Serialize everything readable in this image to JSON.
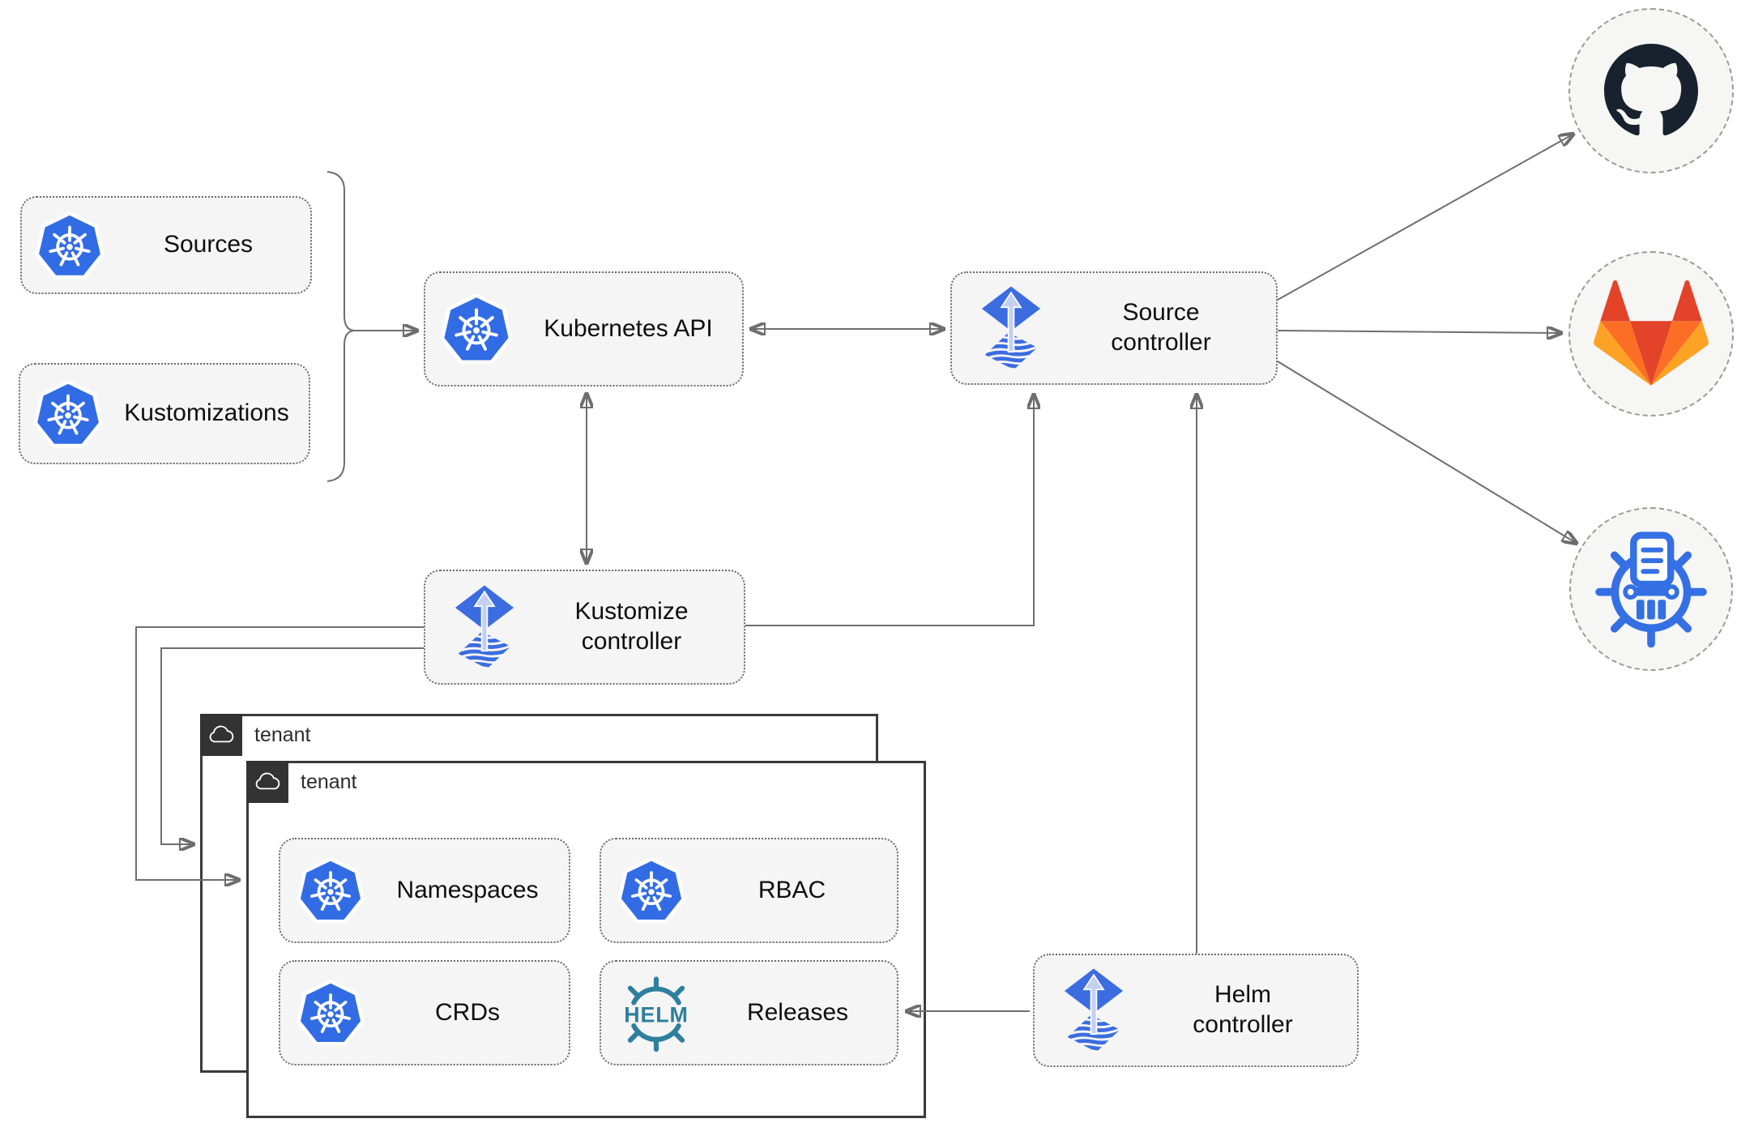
{
  "nodes": {
    "sources": {
      "label": "Sources"
    },
    "kustomizations": {
      "label": "Kustomizations"
    },
    "kubernetes_api": {
      "label": "Kubernetes API"
    },
    "source_controller": {
      "label": "Source controller"
    },
    "kustomize_controller": {
      "label": "Kustomize controller"
    },
    "helm_controller": {
      "label": "Helm controller"
    },
    "tenant_back": {
      "label": "tenant"
    },
    "tenant_front": {
      "label": "tenant"
    },
    "namespaces": {
      "label": "Namespaces"
    },
    "rbac": {
      "label": "RBAC"
    },
    "crds": {
      "label": "CRDs"
    },
    "releases": {
      "label": "Releases"
    }
  },
  "icons": {
    "helm_text": "HELM",
    "kubernetes": "kubernetes-wheel-icon",
    "flux": "flux-diamond-arrow-icon",
    "helm": "helm-ship-wheel-icon",
    "github": "github-octocat-icon",
    "gitlab": "gitlab-tanuki-icon",
    "chartmuseum": "chartmuseum-wheel-icon",
    "cloud": "cloud-icon"
  },
  "edges": [
    {
      "from": "sources+kustomizations",
      "to": "kubernetes_api",
      "style": "arrow"
    },
    {
      "from": "kubernetes_api",
      "to": "source_controller",
      "style": "double-arrow"
    },
    {
      "from": "kubernetes_api",
      "to": "kustomize_controller",
      "style": "double-arrow"
    },
    {
      "from": "kustomize_controller",
      "to": "source_controller",
      "style": "arrow"
    },
    {
      "from": "helm_controller",
      "to": "source_controller",
      "style": "arrow"
    },
    {
      "from": "helm_controller",
      "to": "releases",
      "style": "arrow"
    },
    {
      "from": "kustomize_controller",
      "to": "tenant_front",
      "style": "arrow"
    },
    {
      "from": "kustomize_controller",
      "to": "tenant_back",
      "style": "arrow"
    },
    {
      "from": "source_controller",
      "to": "github",
      "style": "arrow"
    },
    {
      "from": "source_controller",
      "to": "gitlab",
      "style": "arrow"
    },
    {
      "from": "source_controller",
      "to": "chartmuseum",
      "style": "arrow"
    }
  ],
  "colors": {
    "k8s-blue": "#326ce5",
    "flux-blue": "#3b6ce0",
    "flux-light": "#c3d0f2",
    "helm-teal": "#2e7f9e",
    "museum-blue": "#3470e4",
    "github-dark": "#18222e",
    "gitlab-red": "#e24329",
    "gitlab-orange": "#fc6d26",
    "gitlab-yellow": "#fca326",
    "line-gray": "#6e6e6e",
    "node-fill": "#f5f5f5",
    "node-border": "#6b6b6b",
    "tenant-border": "#3a3a3a",
    "tab-bg": "#333333",
    "circle-fill": "#f6f6f4",
    "circle-border": "#9a9a9a"
  }
}
